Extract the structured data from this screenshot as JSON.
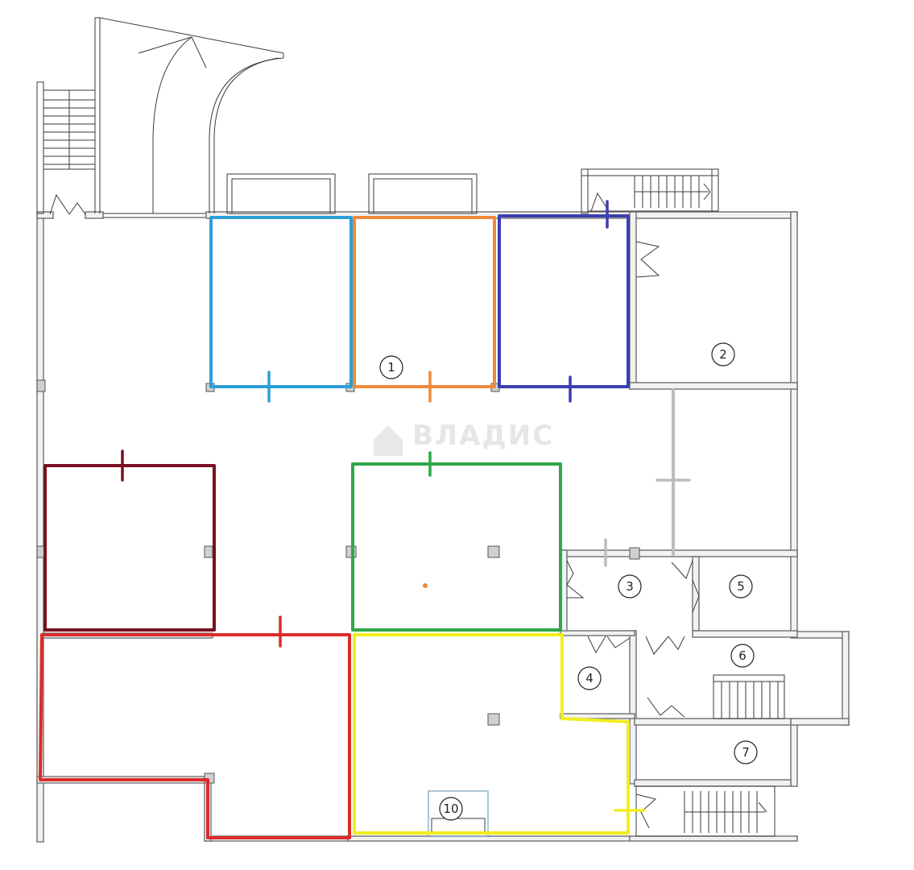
{
  "watermark": {
    "text": "ВЛАДИС"
  },
  "room_labels": [
    "1",
    "2",
    "3",
    "4",
    "5",
    "6",
    "7",
    "10"
  ],
  "zone_colors": {
    "light_blue": "#2aa0d8",
    "orange": "#f08a3a",
    "navy": "#3b3fb0",
    "maroon": "#7a1020",
    "green": "#2ea84a",
    "red": "#dc2b2b",
    "yellow": "#f2ee1c",
    "gray": "#bdbdbd"
  },
  "icons": [
    "door-swing-icon",
    "stairs-icon",
    "entrance-arrow-icon",
    "house-logo-icon"
  ]
}
